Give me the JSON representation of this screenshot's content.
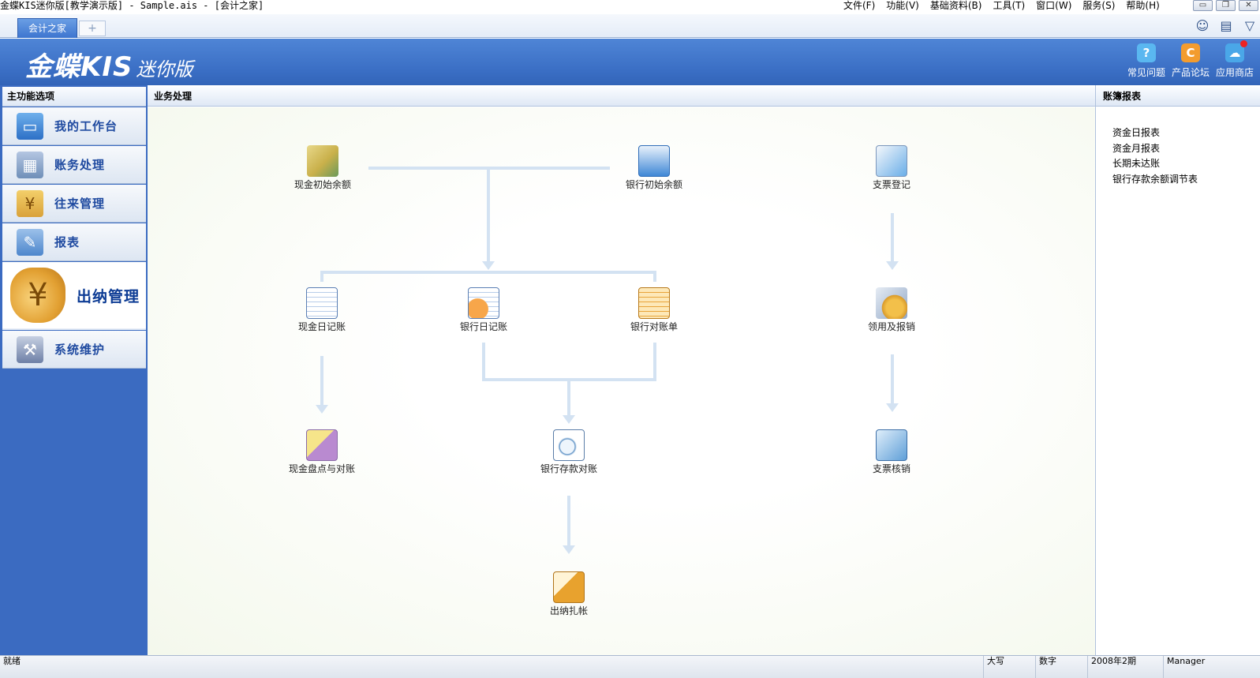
{
  "window": {
    "title": "金蝶KIS迷你版[教学演示版] - Sample.ais - [会计之家]",
    "menu": [
      "文件(F)",
      "功能(V)",
      "基础资料(B)",
      "工具(T)",
      "窗口(W)",
      "服务(S)",
      "帮助(H)"
    ],
    "controls": {
      "minimize": "▭",
      "restore": "❐",
      "close": "✕"
    }
  },
  "tabs": {
    "active": "会计之家",
    "add": "+"
  },
  "toolbar_icons": [
    "smiley-icon",
    "message-icon",
    "dropdown-icon"
  ],
  "banner": {
    "logo_main": "金蝶KIS",
    "logo_sub": "迷你版",
    "links": [
      {
        "label": "常见问题",
        "icon": "help-icon",
        "color": "#5ab7f0"
      },
      {
        "label": "产品论坛",
        "icon": "forum-icon",
        "color": "#f39c2e"
      },
      {
        "label": "应用商店",
        "icon": "store-icon",
        "color": "#4aa7e8"
      }
    ]
  },
  "left_panel": {
    "header": "主功能选项",
    "items": [
      {
        "label": "我的工作台",
        "icon": "monitor-icon",
        "color": "#3b7fd0"
      },
      {
        "label": "账务处理",
        "icon": "ledger-icon",
        "color": "#6f8fb8"
      },
      {
        "label": "往来管理",
        "icon": "money-bag-icon",
        "color": "#d9a23a"
      },
      {
        "label": "报表",
        "icon": "report-icon",
        "color": "#4d86cc"
      },
      {
        "label": "出纳管理",
        "icon": "cashier-icon",
        "color": "#e2a032"
      },
      {
        "label": "系统维护",
        "icon": "tools-icon",
        "color": "#6d7fa6"
      }
    ],
    "active_index": 4
  },
  "center_panel": {
    "header": "业务处理",
    "nodes": [
      {
        "id": "cash-init",
        "label": "现金初始余额",
        "icon": "cash-notes-icon",
        "color": "#c9b04a"
      },
      {
        "id": "bank-init",
        "label": "银行初始余额",
        "icon": "bank-book-icon",
        "color": "#3f87d6"
      },
      {
        "id": "cheque-reg",
        "label": "支票登记",
        "icon": "cheque-pen-icon",
        "color": "#6aaee8"
      },
      {
        "id": "cash-journal",
        "label": "现金日记账",
        "icon": "cash-journal-icon",
        "color": "#7ea3d8"
      },
      {
        "id": "bank-journal",
        "label": "银行日记账",
        "icon": "bank-journal-icon",
        "color": "#e88a2e"
      },
      {
        "id": "bank-statement",
        "label": "银行对账单",
        "icon": "bank-statement-icon",
        "color": "#e8a43a"
      },
      {
        "id": "use-reimburse",
        "label": "领用及报销",
        "icon": "coins-icon",
        "color": "#d99a2b"
      },
      {
        "id": "cash-count",
        "label": "现金盘点与对账",
        "icon": "cash-count-icon",
        "color": "#b98ad0"
      },
      {
        "id": "bank-reconcile",
        "label": "银行存款对账",
        "icon": "magnifier-icon",
        "color": "#5a8fc4"
      },
      {
        "id": "cheque-writeoff",
        "label": "支票核销",
        "icon": "cheque-check-icon",
        "color": "#5f9fd8"
      },
      {
        "id": "cashier-close",
        "label": "出纳扎帐",
        "icon": "clipboard-icon",
        "color": "#e8a22e"
      }
    ]
  },
  "right_panel": {
    "header": "账簿报表",
    "items": [
      "资金日报表",
      "资金月报表",
      "长期未达账",
      "银行存款余额调节表"
    ]
  },
  "status_bar": {
    "left": "就绪",
    "caps": "大写",
    "num": "数字",
    "period": "2008年2期",
    "user": "Manager"
  }
}
